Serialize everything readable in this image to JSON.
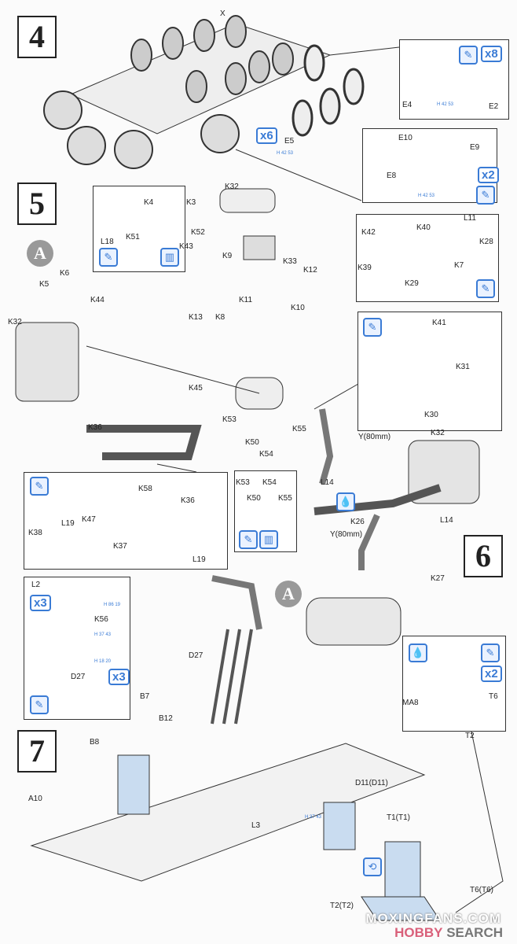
{
  "steps": {
    "s4": "4",
    "s5": "5",
    "s6": "6",
    "s7": "7"
  },
  "subassembly_marker": "A",
  "multipliers": {
    "x6": "x6",
    "x8": "x8",
    "x2a": "x2",
    "x3a": "x3",
    "x3b": "x3",
    "x2b": "x2"
  },
  "paint_codes": {
    "c1": "H 42 53",
    "c2": "H 42 53",
    "c3": "H 42 53",
    "c4": "H 86 19",
    "c5": "H 37 43",
    "c6": "H 18 20",
    "c7": "H 37 43"
  },
  "labels": [
    "X",
    "E5",
    "E4",
    "E2",
    "E10",
    "E9",
    "E8",
    "K32",
    "K33",
    "K9",
    "K12",
    "K11",
    "K10",
    "K4",
    "K3",
    "L18",
    "K51",
    "K52",
    "K43",
    "K5",
    "K6",
    "K44",
    "K32",
    "K13",
    "K8",
    "K45",
    "K53",
    "K50",
    "K54",
    "K55",
    "K36",
    "K42",
    "K40",
    "L11",
    "K28",
    "K39",
    "K7",
    "K29",
    "K41",
    "K31",
    "K30",
    "K58",
    "K36",
    "K38",
    "L19",
    "K47",
    "K37",
    "L19",
    "K53",
    "K50",
    "K54",
    "K55",
    "K32",
    "Y(80mm)",
    "L14",
    "K26",
    "L14",
    "Y(80mm)",
    "K27",
    "L2",
    "K56",
    "D27",
    "B7",
    "B12",
    "B8",
    "A10",
    "D27",
    "L3",
    "D11(D11)",
    "T1(T1)",
    "T2(T2)",
    "T6(T6)",
    "MA8",
    "T6",
    "T2"
  ],
  "watermark": {
    "line1": "MOXINGFANS.COM",
    "brand_a": "HOBBY",
    "brand_b": " SEARCH"
  },
  "colors": {
    "accent": "#3a7bd5",
    "seat_fill": "#c9dcf0",
    "watermark_pink": "#d9607a"
  }
}
